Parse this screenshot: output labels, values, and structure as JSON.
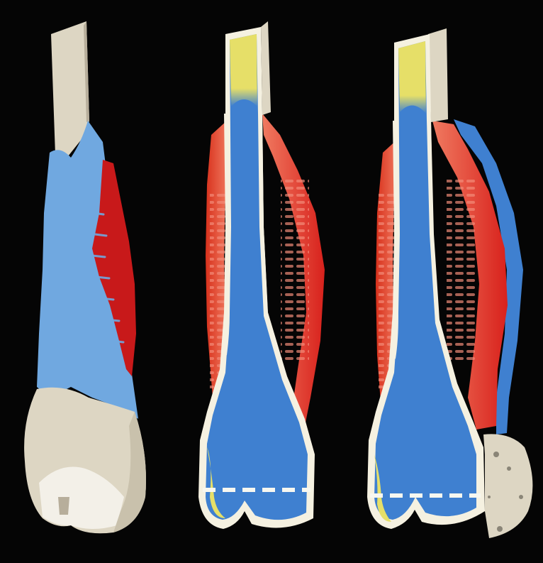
{
  "figure": {
    "panels": [
      {
        "id": "left",
        "content": "external-view"
      },
      {
        "id": "middle",
        "content": "cross-section"
      },
      {
        "id": "right",
        "content": "cross-section-with-periosteal-layers"
      }
    ],
    "colors": {
      "background": "#050505",
      "bone": "#ddd6c3",
      "bone_shadow": "#b7ae9b",
      "cortex_outline": "#f5f1e1",
      "marrow_blue": "#3f80d0",
      "light_blue": "#70a8e0",
      "red": "#d8211c",
      "salmon": "#f06a55",
      "yellow": "#e6df68"
    }
  }
}
